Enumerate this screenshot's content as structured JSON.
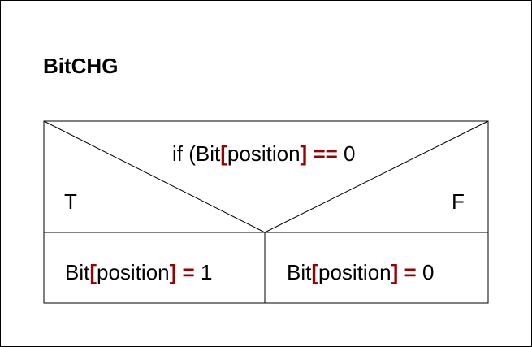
{
  "title": "BitCHG",
  "condition": {
    "prefix": "if (Bit",
    "open_bracket": "[",
    "index": "position",
    "close_bracket": "]",
    "operator": "==",
    "value": "0"
  },
  "branch_true_label": "T",
  "branch_false_label": "F",
  "true_branch": {
    "target": "Bit",
    "open_bracket": "[",
    "index": "position",
    "close_bracket": "]",
    "operator": "=",
    "value": "1"
  },
  "false_branch": {
    "target": "Bit",
    "open_bracket": "[",
    "index": "position",
    "close_bracket": "]",
    "operator": "=",
    "value": "0"
  },
  "colors": {
    "keyword": "#990000",
    "line": "#000000",
    "background": "#ffffff"
  }
}
